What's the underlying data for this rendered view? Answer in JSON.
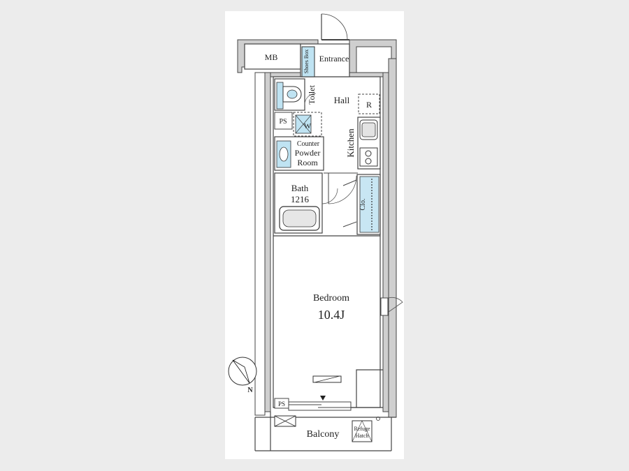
{
  "labels": {
    "mb": "MB",
    "shoes_box": "Shoes Box",
    "entrance": "Entrance",
    "toilet": "Toilet",
    "hall": "Hall",
    "refrigerator": "R",
    "ps_upper": "PS",
    "washer": "W",
    "counter": "Counter",
    "powder": "Powder",
    "room": "Room",
    "kitchen": "Kitchen",
    "bath": "Bath",
    "bath_size": "1216",
    "closet": "Clo.",
    "bedroom": "Bedroom",
    "bedroom_size": "10.4J",
    "north": "N",
    "ps_lower": "PS",
    "balcony": "Balcony",
    "refuge": "Refuge",
    "hatch": "Hatch"
  },
  "colors": {
    "background": "#ececec",
    "paper": "#ffffff",
    "wall": "#b9b9b9",
    "line": "#333333",
    "fixture_blue": "#bfe3f2",
    "closet_blue": "#c8e6f3"
  },
  "icons": {
    "compass": "north-arrow-icon",
    "window_marker": "triangle-down-icon"
  }
}
